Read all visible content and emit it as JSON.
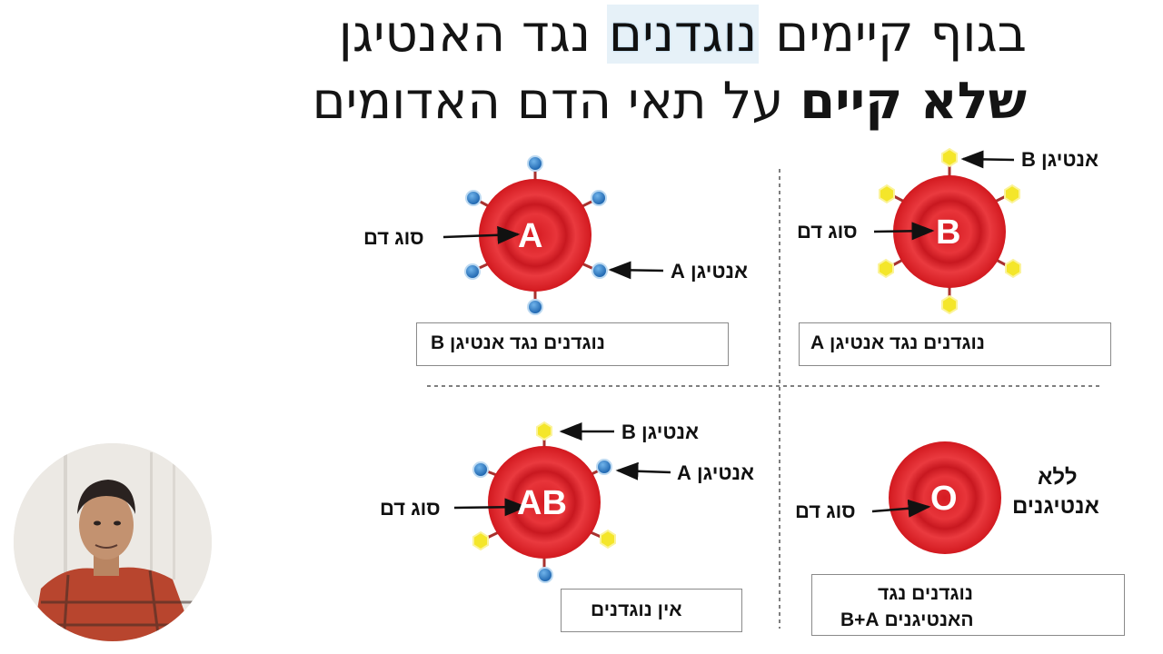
{
  "title": {
    "line1_part1": "בגוף קיימים ",
    "line1_highlight": "נוגדנים",
    "line1_part2": " נגד האנטיגן",
    "line2_bold": "שלא קיים",
    "line2_rest": " על תאי הדם האדומים"
  },
  "cells": {
    "a": {
      "letter": "A",
      "type_label": "סוג דם",
      "antigen_label": "אנטיגן A",
      "antibody_text": "נוגדנים נגד אנטיגן B"
    },
    "b": {
      "letter": "B",
      "type_label": "סוג דם",
      "antigen_label": "אנטיגן B",
      "antibody_text": "נוגדנים נגד אנטיגן A"
    },
    "ab": {
      "letter": "AB",
      "type_label": "סוג דם",
      "antigen_a_label": "אנטיגן A",
      "antigen_b_label": "אנטיגן B",
      "antibody_text": "אין נוגדנים"
    },
    "o": {
      "letter": "O",
      "type_label": "סוג דם",
      "no_antigen_line1": "ללא",
      "no_antigen_line2": "אנטיגנים",
      "antibody_line1": "נוגדנים נגד",
      "antibody_line2": "האנטיגנים B+A"
    }
  },
  "colors": {
    "cell_red": "#e4262c",
    "cell_dark": "#c9161c",
    "antigen_a_blue": "#2f7fc9",
    "antigen_b_yellow": "#f4e62a",
    "antibody_teal": "#2a9aa6"
  },
  "icons": [
    "antibody-icon",
    "antigen-a-icon",
    "antigen-b-icon",
    "arrow-icon"
  ]
}
